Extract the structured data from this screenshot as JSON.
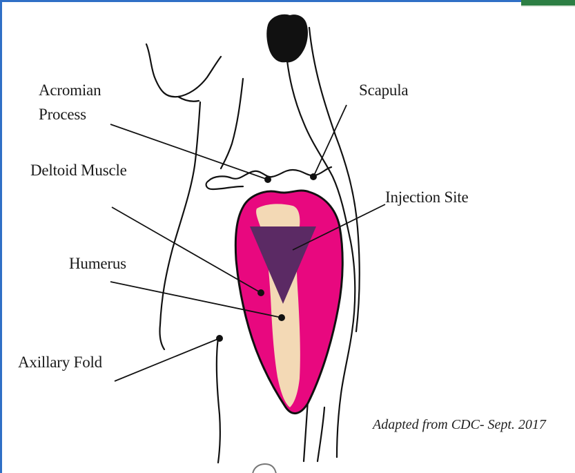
{
  "labels": {
    "acromion_line1": "Acromian",
    "acromion_line2": "Process",
    "scapula": "Scapula",
    "deltoid": "Deltoid Muscle",
    "injection_site": "Injection Site",
    "humerus": "Humerus",
    "axillary_fold": "Axillary Fold"
  },
  "credit": "Adapted from CDC- Sept. 2017",
  "colors": {
    "deltoid_muscle": "#e8087f",
    "humerus_bone": "#f3d9b5",
    "injection_site": "#5b2a64",
    "outline": "#111111",
    "frame_border": "#2f6fc6",
    "corner_tab": "#2d7f44"
  }
}
